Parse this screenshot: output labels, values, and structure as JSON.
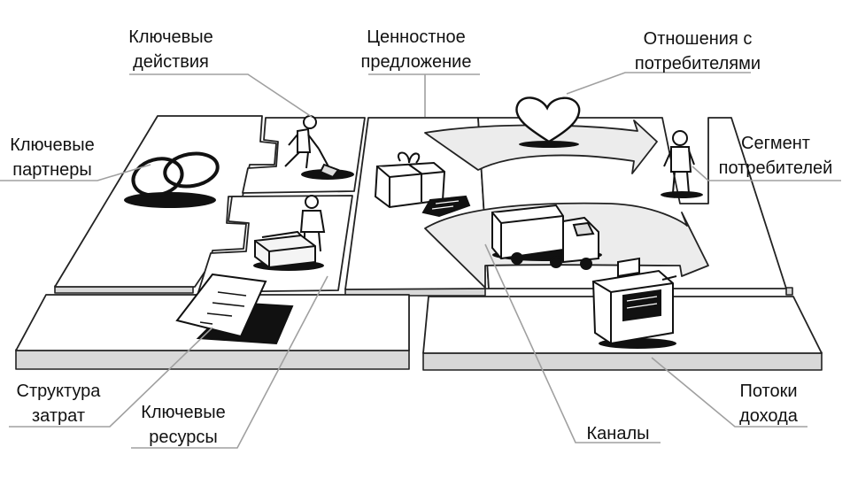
{
  "labels": {
    "key_activities": [
      "Ключевые",
      "действия"
    ],
    "value_proposition": [
      "Ценностное",
      "предложение"
    ],
    "customer_relationships": [
      "Отношения с",
      "потребителями"
    ],
    "key_partners": [
      "Ключевые",
      "партнеры"
    ],
    "customer_segments": [
      "Сегмент",
      "потребителей"
    ],
    "cost_structure": [
      "Структура",
      "затрат"
    ],
    "key_resources": [
      "Ключевые",
      "ресурсы"
    ],
    "channels": [
      "Каналы"
    ],
    "revenue_streams": [
      "Потоки",
      "дохода"
    ]
  },
  "colors": {
    "ink": "#111111",
    "tile_top": "#ffffff",
    "tile_side": "#d8d8d8",
    "leader": "#a0a0a0",
    "underline": "#b5b5b5"
  },
  "icons": [
    "rings-icon",
    "digging-person-icon",
    "person-icon",
    "money-pile-icon",
    "document-icon",
    "gift-icon",
    "laptop-icon",
    "heart-icon",
    "truck-icon",
    "standing-person-icon",
    "cash-register-icon"
  ]
}
